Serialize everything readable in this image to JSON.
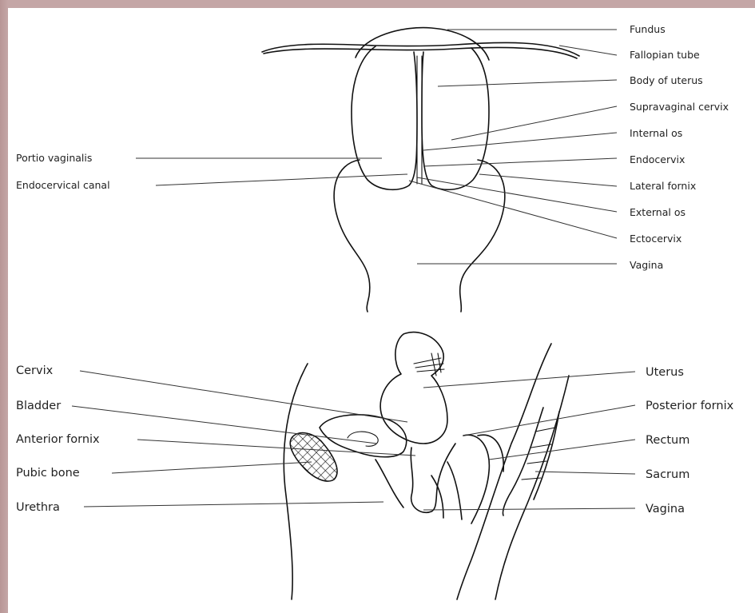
{
  "colors": {
    "border": "#c4a6a6",
    "background": "#ffffff",
    "line": "#111111"
  },
  "top_diagram": {
    "labels_right": [
      "Fundus",
      "Fallopian tube",
      "Body of uterus",
      "Supravaginal cervix",
      "Internal os",
      "Endocervix",
      "Lateral fornix",
      "External os",
      "Ectocervix",
      "Vagina"
    ],
    "labels_left": [
      "Portio vaginalis",
      "Endocervical canal"
    ]
  },
  "bottom_diagram": {
    "labels_left": [
      "Cervix",
      "Bladder",
      "Anterior fornix",
      "Pubic bone",
      "Urethra"
    ],
    "labels_right": [
      "Uterus",
      "Posterior fornix",
      "Rectum",
      "Sacrum",
      "Vagina"
    ]
  }
}
